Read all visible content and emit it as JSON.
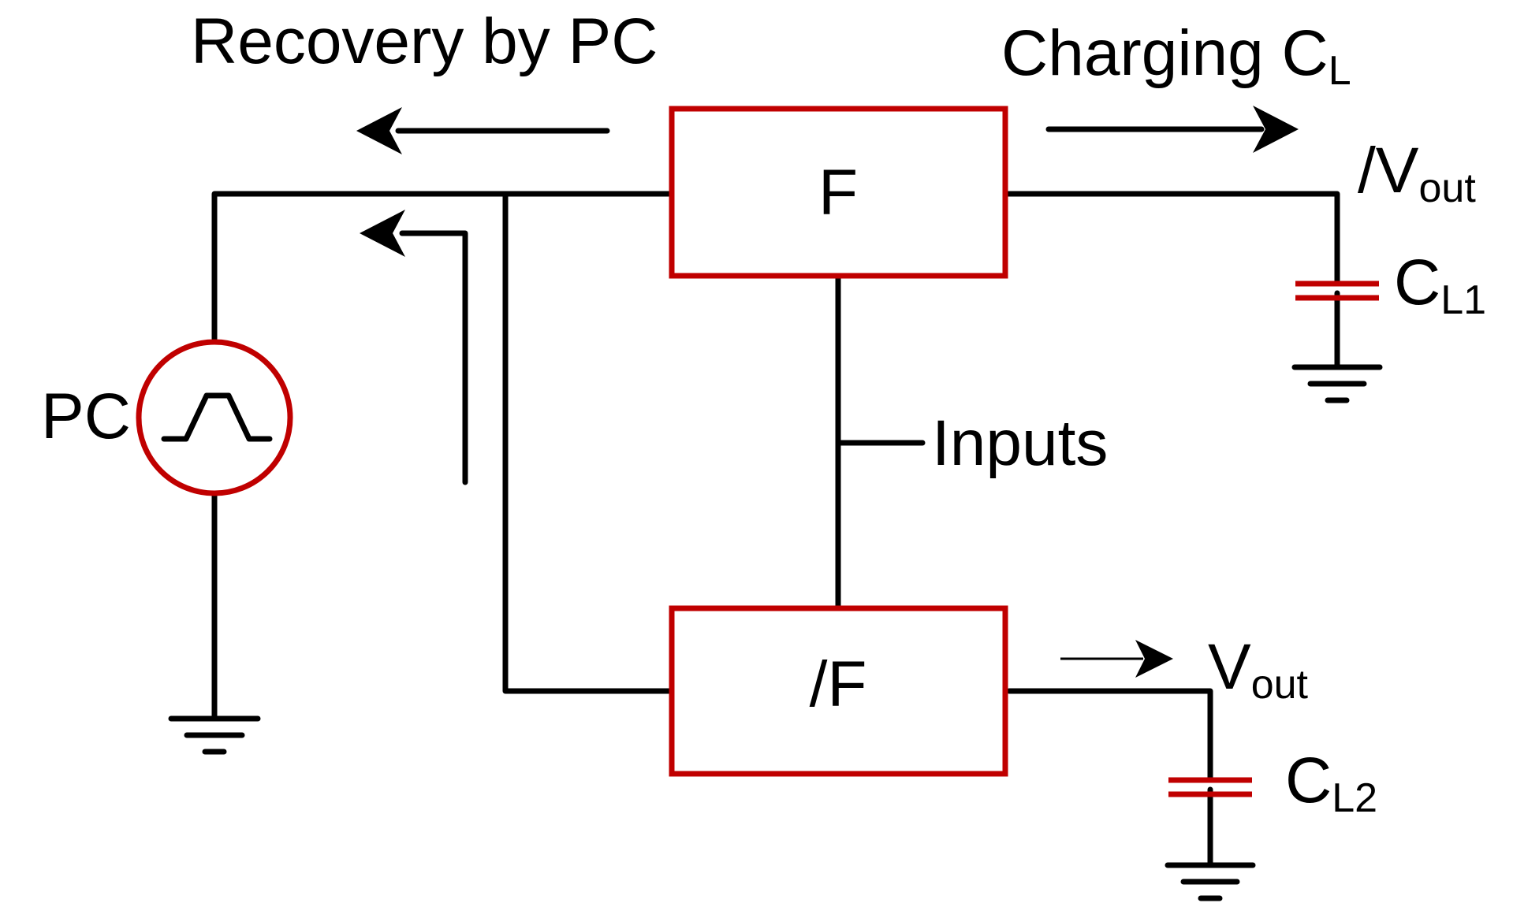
{
  "labels": {
    "recovery": "Recovery by PC",
    "charging_prefix": "Charging C",
    "charging_sub": "L",
    "block_f": "F",
    "block_nf": "/F",
    "inputs": "Inputs",
    "pc": "PC",
    "nvout_main": "/V",
    "nvout_sub": "out",
    "vout_main": "V",
    "vout_sub": "out",
    "cl1_main": "C",
    "cl1_sub": "L1",
    "cl2_main": "C",
    "cl2_sub": "L2"
  },
  "colors": {
    "wire": "#000000",
    "component": "#c00000"
  },
  "icons": {
    "source_waveform": "trapezoid-pulse-icon",
    "ground": "ground-icon",
    "capacitor": "capacitor-icon",
    "arrow": "arrow-icon"
  }
}
